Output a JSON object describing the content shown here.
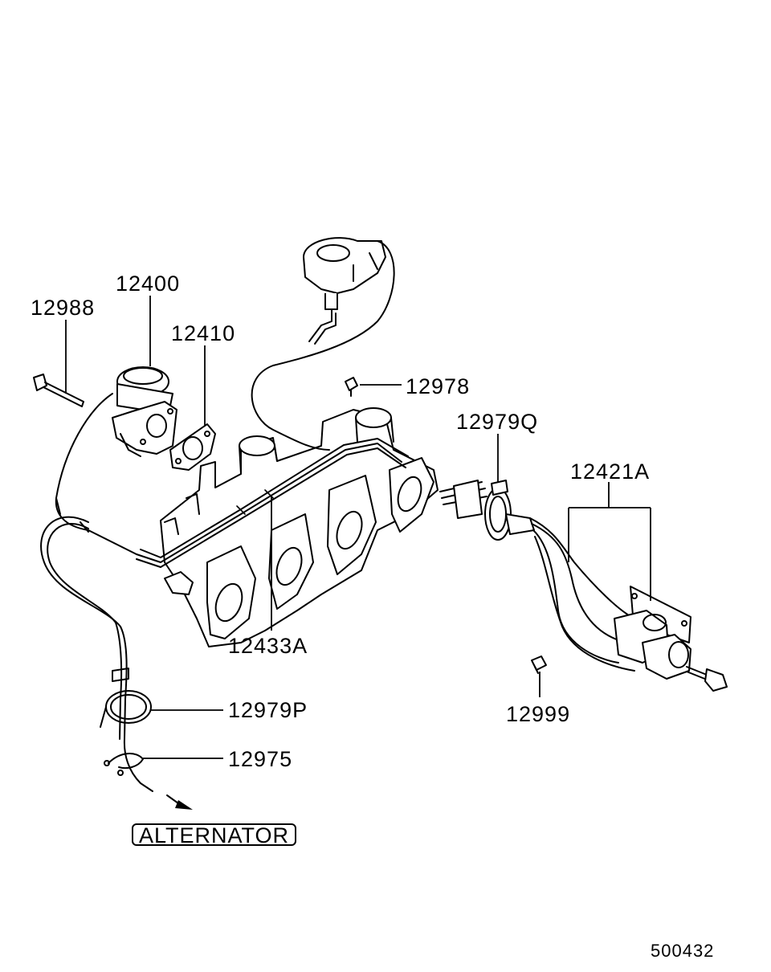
{
  "labels": {
    "p12400": "12400",
    "p12988": "12988",
    "p12410": "12410",
    "p12978": "12978",
    "p12979Q": "12979Q",
    "p12421A": "12421A",
    "p12433A": "12433A",
    "p12979P": "12979P",
    "p12975": "12975",
    "p12999": "12999",
    "alternator": "ALTERNATOR",
    "diagram_code": "500432"
  }
}
